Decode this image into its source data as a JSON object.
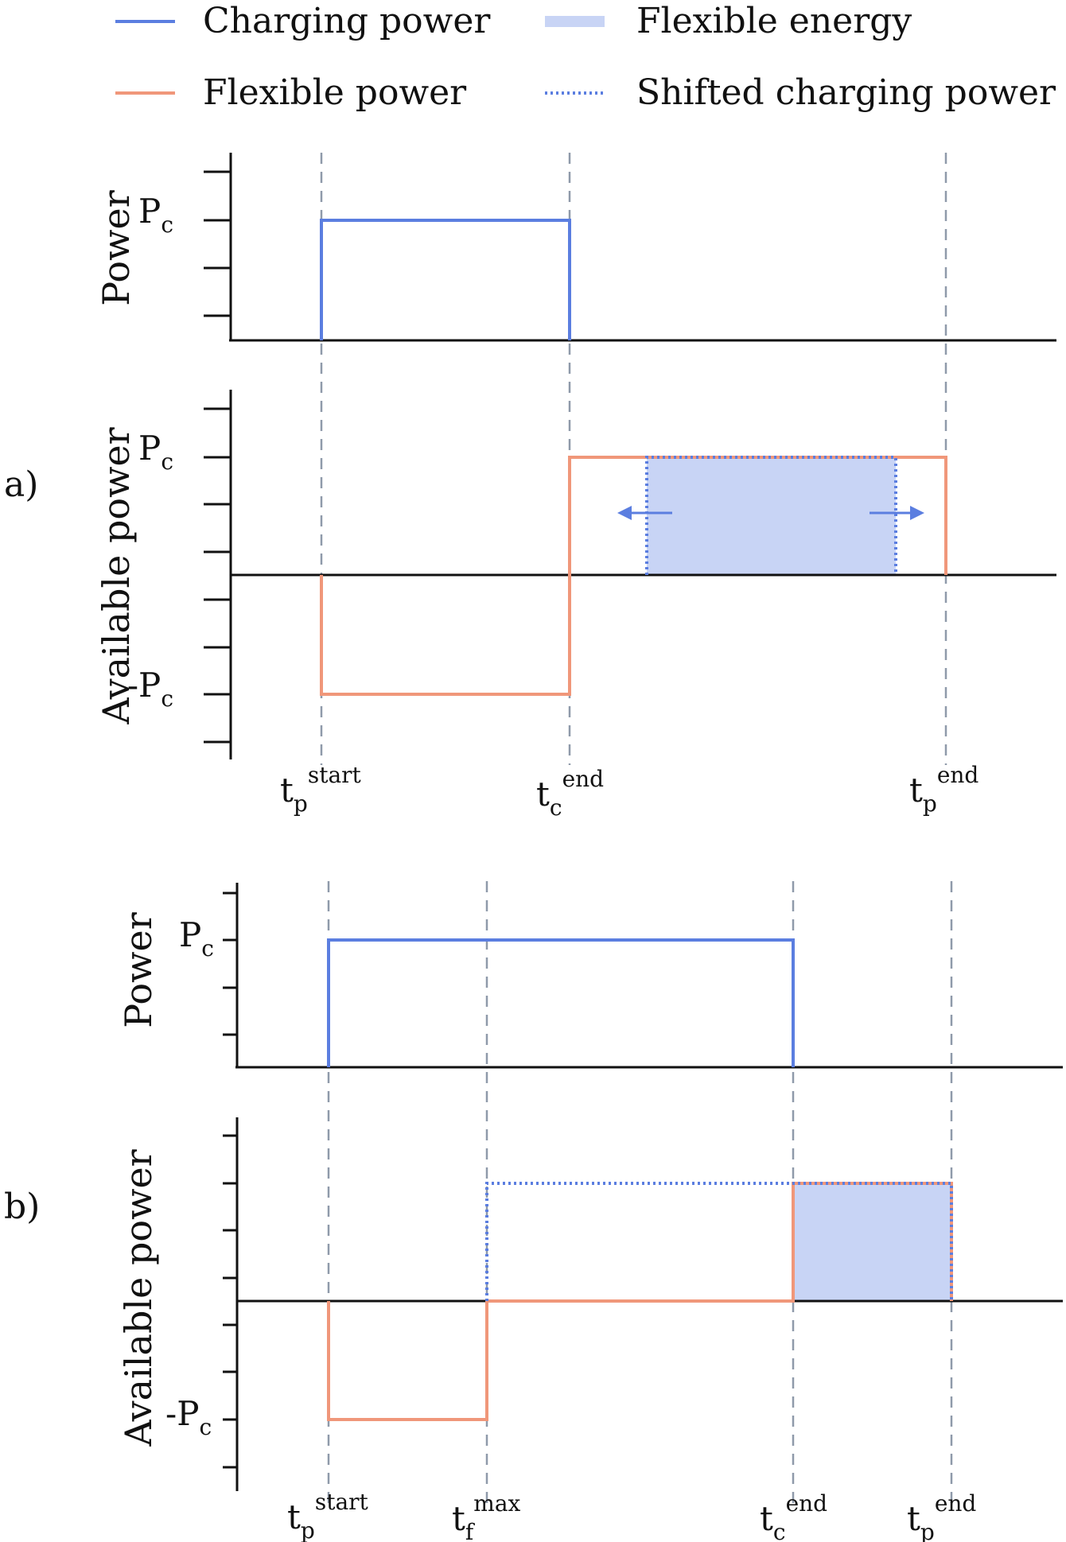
{
  "legend": {
    "charging_power": "Charging power",
    "flexible_power": "Flexible power",
    "flexible_energy": "Flexible energy",
    "shifted_charging_power": "Shifted charging power"
  },
  "colors": {
    "charging": "#5b7ee0",
    "flexible": "#f0977a",
    "energy_fill": "#c8d4f5",
    "guide": "#8f9aaa",
    "axis": "#111111"
  },
  "panel_a": {
    "label": "a)",
    "top_ylabel": "Power",
    "bottom_ylabel": "Available power",
    "pc": {
      "main": "P",
      "sub": "c"
    },
    "neg_pc": {
      "main": "-P",
      "sub": "c"
    },
    "ticks": [
      {
        "id": "tp_start",
        "main": "t",
        "sub": "p",
        "sup": "start"
      },
      {
        "id": "tc_end",
        "main": "t",
        "sub": "c",
        "sup": "end"
      },
      {
        "id": "tp_end",
        "main": "t",
        "sub": "p",
        "sup": "end"
      }
    ]
  },
  "panel_b": {
    "label": "b)",
    "top_ylabel": "Power",
    "bottom_ylabel": "Available power",
    "pc": {
      "main": "P",
      "sub": "c"
    },
    "neg_pc": {
      "main": "-P",
      "sub": "c"
    },
    "ticks": [
      {
        "id": "tp_start",
        "main": "t",
        "sub": "p",
        "sup": "start"
      },
      {
        "id": "tf_max",
        "main": "t",
        "sub": "f",
        "sup": "max"
      },
      {
        "id": "tc_end",
        "main": "t",
        "sub": "c",
        "sup": "end"
      },
      {
        "id": "tp_end",
        "main": "t",
        "sub": "p",
        "sup": "end"
      }
    ]
  }
}
